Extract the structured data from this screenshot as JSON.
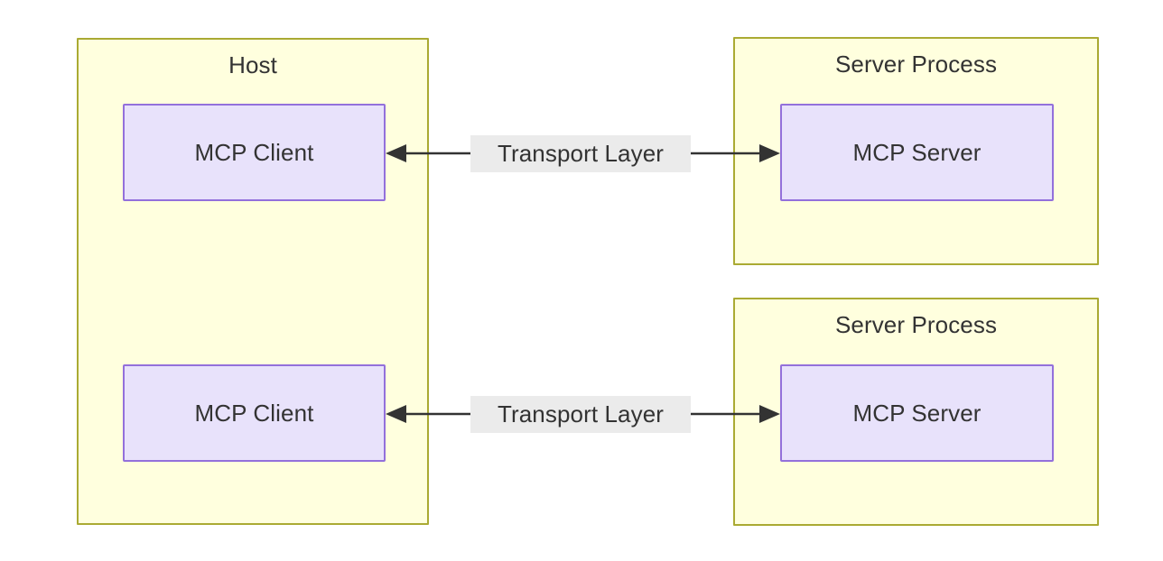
{
  "diagram": {
    "type": "architecture-flowchart",
    "background": "#ffffff",
    "palette": {
      "cluster_fill": "#ffffde",
      "cluster_stroke": "#aaaa33",
      "node_fill": "#e8e2fb",
      "node_stroke": "#9370db",
      "text": "#333333",
      "edge_stroke": "#333333",
      "edge_label_bg": "#ebebeb"
    },
    "clusters": [
      {
        "id": "host",
        "title": "Host"
      },
      {
        "id": "server-process-1",
        "title": "Server Process"
      },
      {
        "id": "server-process-2",
        "title": "Server Process"
      }
    ],
    "nodes": [
      {
        "id": "mcp-client-1",
        "label": "MCP Client"
      },
      {
        "id": "mcp-client-2",
        "label": "MCP Client"
      },
      {
        "id": "mcp-server-1",
        "label": "MCP Server"
      },
      {
        "id": "mcp-server-2",
        "label": "MCP Server"
      }
    ],
    "edges": [
      {
        "id": "transport-1",
        "label": "Transport Layer",
        "from": "mcp-client-1",
        "to": "mcp-server-1",
        "arrow_start": true,
        "arrow_end": true
      },
      {
        "id": "transport-2",
        "label": "Transport Layer",
        "from": "mcp-client-2",
        "to": "mcp-server-2",
        "arrow_start": true,
        "arrow_end": true
      }
    ]
  }
}
